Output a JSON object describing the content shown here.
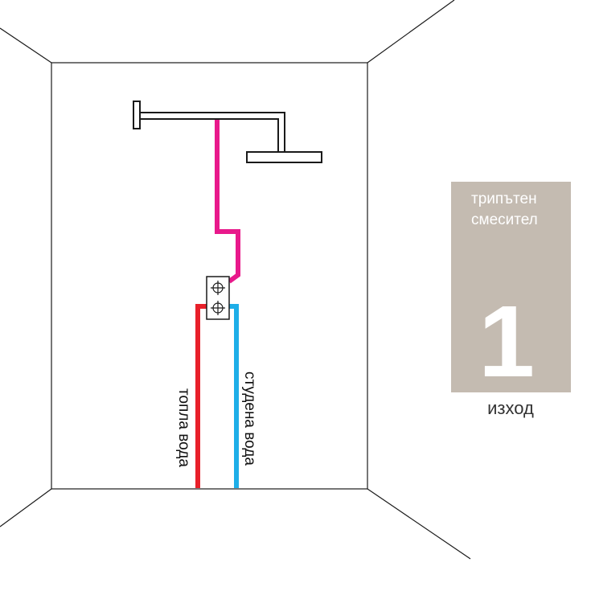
{
  "labels": {
    "hot_water": "топла вода",
    "cold_water": "студена вода",
    "panel_line1": "трипътен",
    "panel_line2": "смесител",
    "outlet_count": "1",
    "outlet_label": "изход"
  },
  "colors": {
    "hot": "#e8202a",
    "cold": "#1eaee8",
    "mixed": "#e8198b",
    "panel": "#c4bbb1",
    "line": "#1a1a1a"
  }
}
